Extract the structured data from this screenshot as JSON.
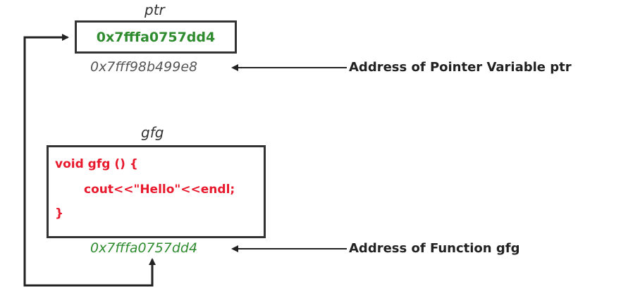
{
  "pointer": {
    "name": "ptr",
    "value": "0x7fffa0757dd4",
    "address": "0x7fff98b499e8",
    "address_color": "#555555",
    "value_color": "#2e8b2e",
    "description": "Address of Pointer Variable ptr"
  },
  "function": {
    "name": "gfg",
    "code": [
      "void gfg () {",
      "cout<<\"Hello\"<<endl;",
      "}"
    ],
    "code_color": "#e8192c",
    "address": "0x7fffa0757dd4",
    "address_color": "#2e8b2e",
    "description": "Address of Function gfg"
  }
}
